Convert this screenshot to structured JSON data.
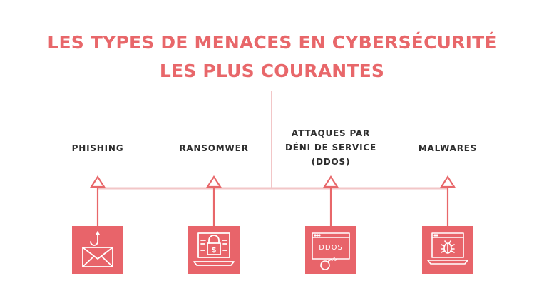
{
  "title": {
    "line1": "LES TYPES DE MENACES EN CYBERSÉCURITÉ",
    "line2": "LES PLUS COURANTES"
  },
  "threats": [
    {
      "label_lines": [
        "PHISHING"
      ],
      "icon": "phishing-envelope-icon"
    },
    {
      "label_lines": [
        "RANSOMWER"
      ],
      "icon": "ransomware-laptop-lock-icon"
    },
    {
      "label_lines": [
        "ATTAQUES PAR",
        "DÉNI DE SERVICE",
        "(DDOS)"
      ],
      "icon": "ddos-browser-bomb-icon",
      "icon_text": "DDOS"
    },
    {
      "label_lines": [
        "MALWARES"
      ],
      "icon": "malware-laptop-bug-icon"
    }
  ],
  "colors": {
    "accent": "#e8676a",
    "line": "#f2c6c7",
    "text": "#2e2e2e"
  }
}
